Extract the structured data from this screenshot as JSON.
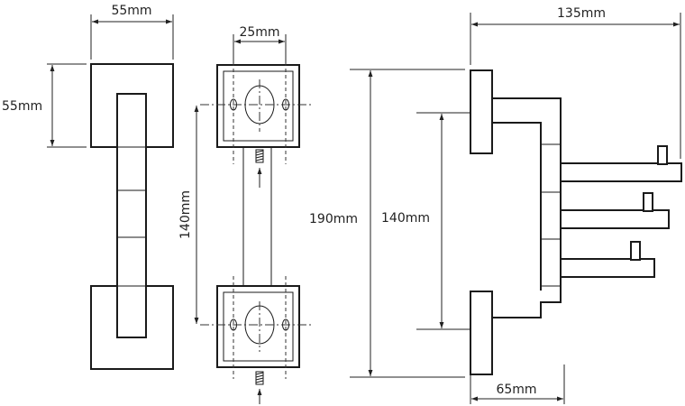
{
  "drawing": {
    "dimensions": {
      "front_width": "55mm",
      "front_height": "55mm",
      "hole_spacing": "25mm",
      "mount_spacing_mid": "140mm",
      "total_height": "190mm",
      "mount_spacing_side": "140mm",
      "side_depth": "135mm",
      "base_depth": "65mm"
    }
  }
}
